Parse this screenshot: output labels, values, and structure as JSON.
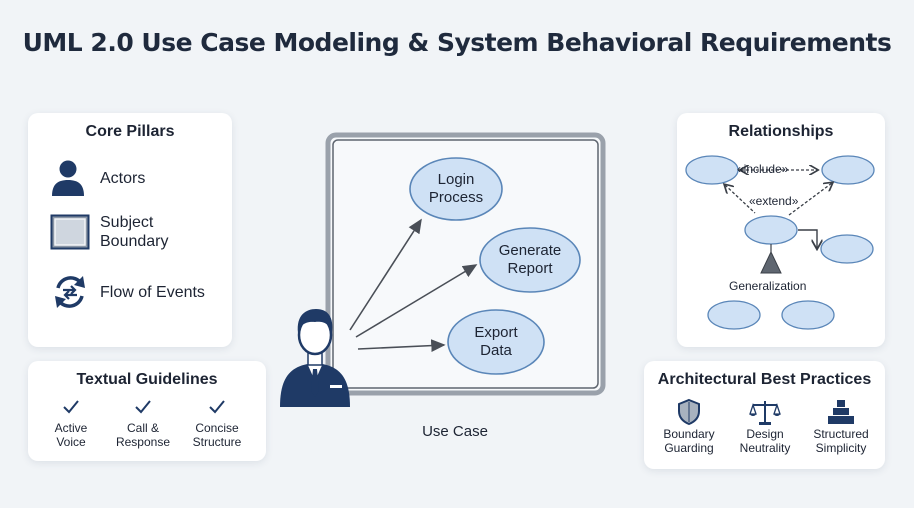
{
  "title": "UML 2.0 Use Case Modeling & System Behavioral Requirements",
  "core_pillars": {
    "heading": "Core Pillars",
    "items": [
      {
        "label": "Actors",
        "icon": "person-icon"
      },
      {
        "label": "Subject\nBoundary",
        "icon": "boundary-box-icon"
      },
      {
        "label": "Flow of Events",
        "icon": "cycle-arrows-icon"
      }
    ]
  },
  "textual_guidelines": {
    "heading": "Textual Guidelines",
    "items": [
      {
        "label": "Active\nVoice",
        "icon": "check-icon"
      },
      {
        "label": "Call &\nResponse",
        "icon": "check-icon"
      },
      {
        "label": "Concise\nStructure",
        "icon": "check-icon"
      }
    ]
  },
  "diagram": {
    "use_cases": [
      {
        "label": "Login\nProcess"
      },
      {
        "label": "Generate\nReport"
      },
      {
        "label": "Export\nData"
      }
    ],
    "caption": "Use Case",
    "actor_icon": "businessman-icon",
    "colors": {
      "ellipse_fill": "#cfe1f5",
      "ellipse_stroke": "#5a86b8",
      "actor": "#1f3a66"
    }
  },
  "relationships": {
    "heading": "Relationships",
    "include_label": "«include»",
    "extend_label": "«extend»",
    "generalization_label": "Generalization"
  },
  "architectural_best_practices": {
    "heading": "Architectural Best Practices",
    "items": [
      {
        "label": "Boundary\nGuarding",
        "icon": "shield-icon"
      },
      {
        "label": "Design\nNeutrality",
        "icon": "balance-scale-icon"
      },
      {
        "label": "Structured\nSimplicity",
        "icon": "stacked-blocks-icon"
      }
    ]
  }
}
